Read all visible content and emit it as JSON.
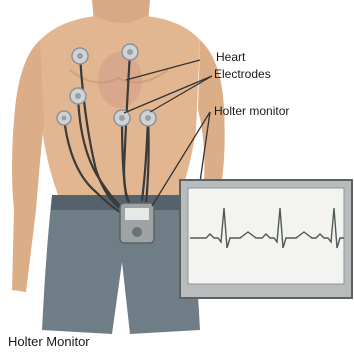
{
  "labels": {
    "heart": "Heart",
    "electrodes": "Electrodes",
    "holter_monitor": "Holter monitor"
  },
  "caption": "Holter Monitor",
  "colors": {
    "skin": "#e2b690",
    "skin_shade": "#c79470",
    "shorts": "#6f7d86",
    "shorts_shade": "#56626b",
    "wire": "#3a3a3a",
    "electrode": "#cfd3d6",
    "screen_frame": "#b9bcbd",
    "screen": "#f3f4f1",
    "ecg": "#4f5a55"
  }
}
